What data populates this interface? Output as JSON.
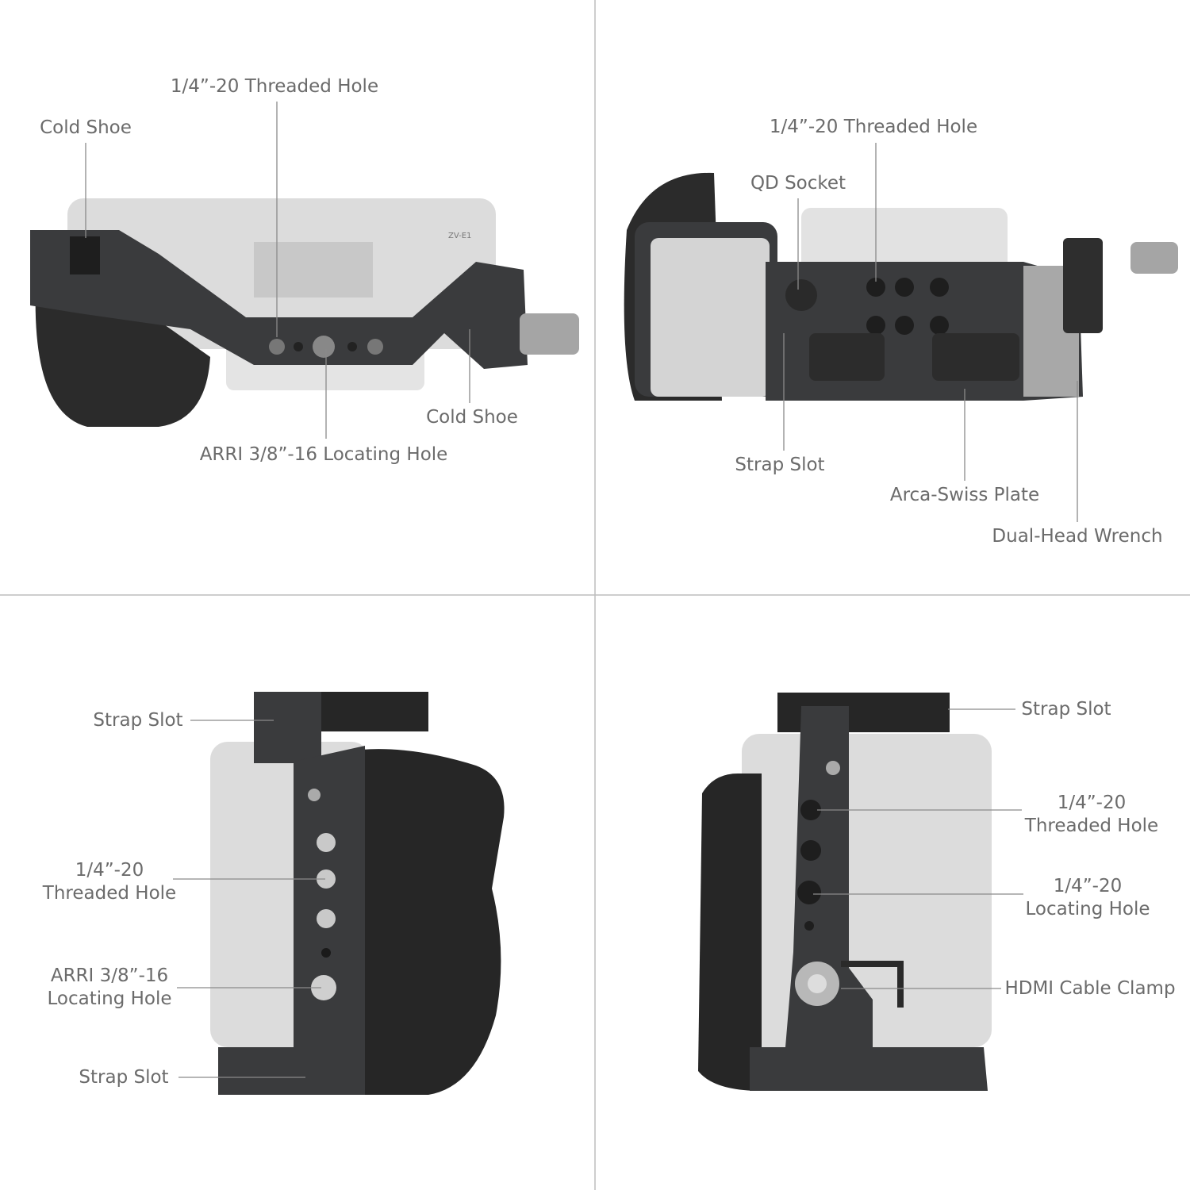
{
  "colors": {
    "label": "#6b6b6b",
    "leader": "#8a8a8a",
    "divider": "#bdbdbd",
    "camera": "#d9d9d9",
    "cage": "#3a3b3d",
    "grip": "#2a2a2a"
  },
  "panels": {
    "top_view": {
      "labels": [
        "1/4”-20 Threaded Hole",
        "Cold Shoe",
        "Cold Shoe",
        "ARRI 3/8”-16 Locating Hole"
      ],
      "camera_marking": "ZV-E1"
    },
    "bottom_view": {
      "labels": [
        "1/4”-20 Threaded Hole",
        "QD Socket",
        "Strap Slot",
        "Arca-Swiss Plate",
        "Dual-Head Wrench"
      ]
    },
    "right_side_view": {
      "labels": [
        "Strap Slot",
        [
          "1/4”-20",
          "Threaded Hole"
        ],
        [
          "ARRI 3/8”-16",
          "Locating Hole"
        ],
        "Strap Slot"
      ]
    },
    "left_side_view": {
      "labels": [
        "Strap Slot",
        [
          "1/4”-20",
          "Threaded Hole"
        ],
        [
          "1/4”-20",
          "Locating Hole"
        ],
        "HDMI Cable Clamp"
      ]
    }
  }
}
